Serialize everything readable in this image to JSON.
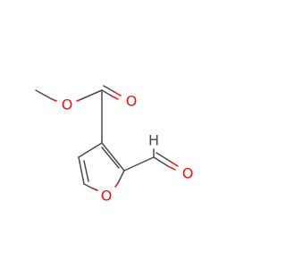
{
  "molecule": {
    "atoms": {
      "ester_carbonyl_o": {
        "symbol": "O",
        "color": "#ff0d0d"
      },
      "ester_ether_o": {
        "symbol": "O",
        "color": "#ff0d0d"
      },
      "ring_o": {
        "symbol": "O",
        "color": "#ff0d0d"
      },
      "aldehyde_o": {
        "symbol": "O",
        "color": "#ff0d0d"
      },
      "aldehyde_h": {
        "symbol": "H",
        "color": "#4a4a4a"
      }
    },
    "colors": {
      "bond": "#4a4a4a",
      "oxygen": "#ff0d0d",
      "background": "#ffffff"
    }
  }
}
